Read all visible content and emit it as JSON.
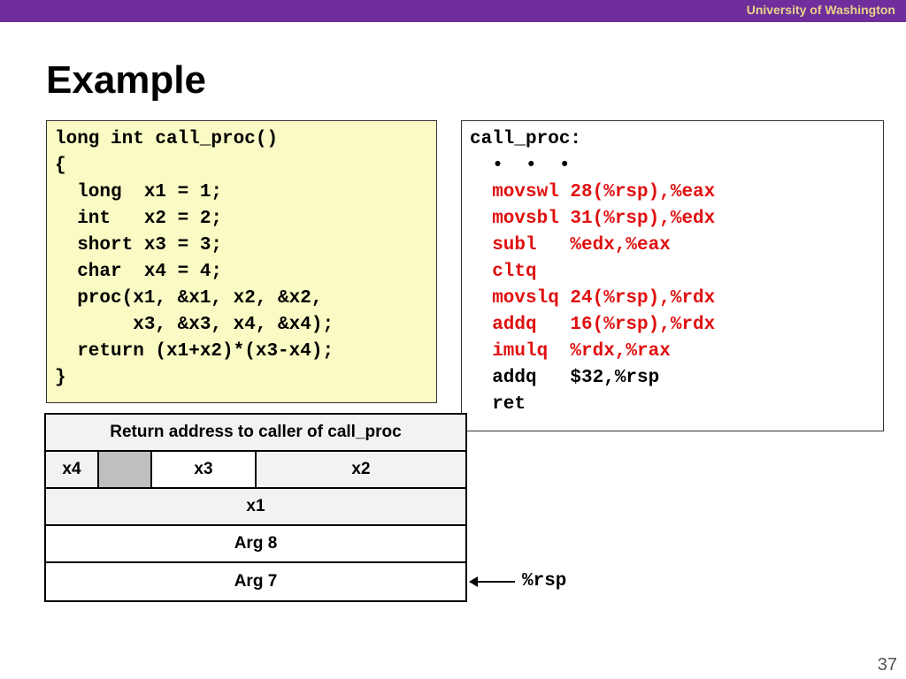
{
  "header": {
    "institution": "University of Washington"
  },
  "slide": {
    "title": "Example",
    "page_number": "37"
  },
  "c_code": {
    "lines": [
      "long int call_proc()",
      "{",
      "  long  x1 = 1;",
      "  int   x2 = 2;",
      "  short x3 = 3;",
      "  char  x4 = 4;",
      "  proc(x1, &x1, x2, &x2,",
      "       x3, &x3, x4, &x4);",
      "  return (x1+x2)*(x3-x4);",
      "}"
    ]
  },
  "asm_code": {
    "lines": [
      {
        "text": "call_proc:",
        "highlight": false
      },
      {
        "text": "  •  •  •",
        "highlight": false
      },
      {
        "text": "  movswl 28(%rsp),%eax",
        "highlight": true
      },
      {
        "text": "  movsbl 31(%rsp),%edx",
        "highlight": true
      },
      {
        "text": "  subl   %edx,%eax",
        "highlight": true
      },
      {
        "text": "  cltq",
        "highlight": true
      },
      {
        "text": "  movslq 24(%rsp),%rdx",
        "highlight": true
      },
      {
        "text": "  addq   16(%rsp),%rdx",
        "highlight": true
      },
      {
        "text": "  imulq  %rdx,%rax",
        "highlight": true
      },
      {
        "text": "  addq   $32,%rsp",
        "highlight": false
      },
      {
        "text": "  ret",
        "highlight": false
      }
    ]
  },
  "stack": {
    "return_address": "Return address to caller of call_proc",
    "x4": "x4",
    "x3": "x3",
    "x2": "x2",
    "x1": "x1",
    "arg8": "Arg 8",
    "arg7": "Arg 7"
  },
  "pointer_label": "%rsp",
  "colors": {
    "header_bar": "#6f2e9b",
    "header_text": "#e8d38a",
    "code_box_bg": "#fafac4",
    "highlight_red": "#e01010"
  }
}
